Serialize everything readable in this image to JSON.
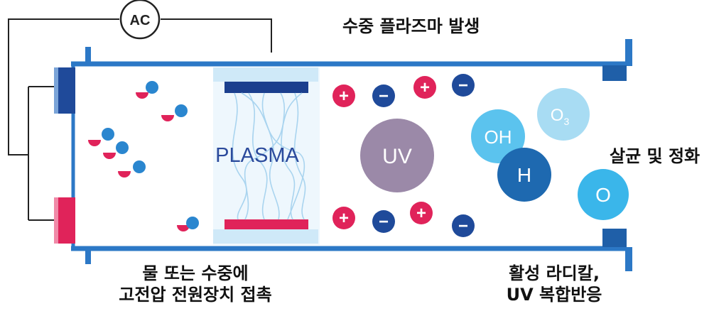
{
  "diagram": {
    "source_label": "AC",
    "top_caption": "수중 플라즈마 발생",
    "plasma_label": "PLASMA",
    "uv_label": "UV",
    "radicals": {
      "oh": "OH",
      "o3_base": "O",
      "o3_sub": "3",
      "h": "H",
      "o": "O"
    },
    "right_caption": "살균 및 정화",
    "bottom_left_caption": [
      "물 또는 수중에",
      "고전압 전원장치 접촉"
    ],
    "bottom_right_caption": [
      "활성 라디칼,",
      "UV 복합반응"
    ],
    "ions": [
      {
        "sign": "+",
        "polarity": "positive"
      },
      {
        "sign": "−",
        "polarity": "negative"
      },
      {
        "sign": "+",
        "polarity": "positive"
      },
      {
        "sign": "−",
        "polarity": "negative"
      },
      {
        "sign": "+",
        "polarity": "positive"
      },
      {
        "sign": "−",
        "polarity": "negative"
      },
      {
        "sign": "+",
        "polarity": "positive"
      },
      {
        "sign": "−",
        "polarity": "negative"
      }
    ],
    "colors": {
      "tube": "#2c78c6",
      "electrode_dark": "#1f4a9a",
      "electrode_top": "#1b3f8e",
      "electrode_bottom": "#e0235a",
      "plasma_bg": "#cfe9f8",
      "positive_ion": "#e0235a",
      "negative_ion": "#1f4a9a",
      "uv": "#9b89a8",
      "oh": "#5bc3ee",
      "o3": "#a8dcf3",
      "h": "#1e69b0",
      "o": "#3ab6ea",
      "water_o": "#2a86cf",
      "water_h": "#e0235a"
    }
  }
}
